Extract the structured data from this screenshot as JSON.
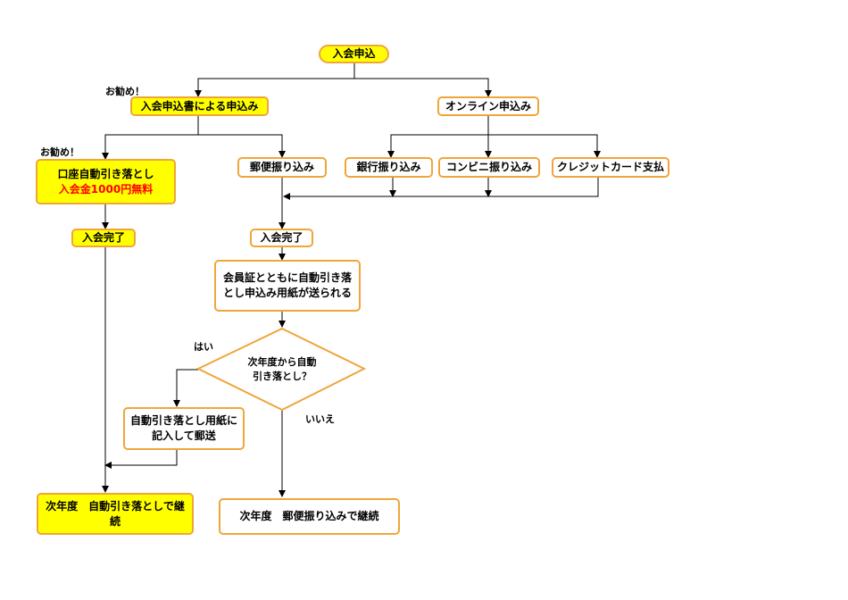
{
  "nodes": {
    "start": "入会申込",
    "paper_application": "入会申込書による申込み",
    "online_application": "オンライン申込み",
    "auto_debit_line1": "口座自動引き落とし",
    "auto_debit_line2": "入会金1000円無料",
    "postal_transfer": "郵便振り込み",
    "bank_transfer": "銀行振り込み",
    "convenience_transfer": "コンビニ振り込み",
    "credit_card": "クレジットカード支払",
    "complete_left": "入会完了",
    "complete_center": "入会完了",
    "membership_card_line1": "会員証とともに自動引き落",
    "membership_card_line2": "とし申込み用紙が送られる",
    "decision_line1": "次年度から自動",
    "decision_line2": "引き落とし？",
    "fill_form_line1": "自動引き落とし用紙に",
    "fill_form_line2": "記入して郵送",
    "next_year_auto_line1": "次年度　自動引き落としで継",
    "next_year_auto_line2": "続",
    "next_year_postal": "次年度　郵便振り込みで継続"
  },
  "labels": {
    "recommended_1": "お勧め！",
    "recommended_2": "お勧め！",
    "yes": "はい",
    "no": "いいえ"
  },
  "colors": {
    "border": "#f0a53a",
    "highlight_fill": "#ffff00",
    "emphasis_text": "#ff0000",
    "line": "#000000"
  }
}
